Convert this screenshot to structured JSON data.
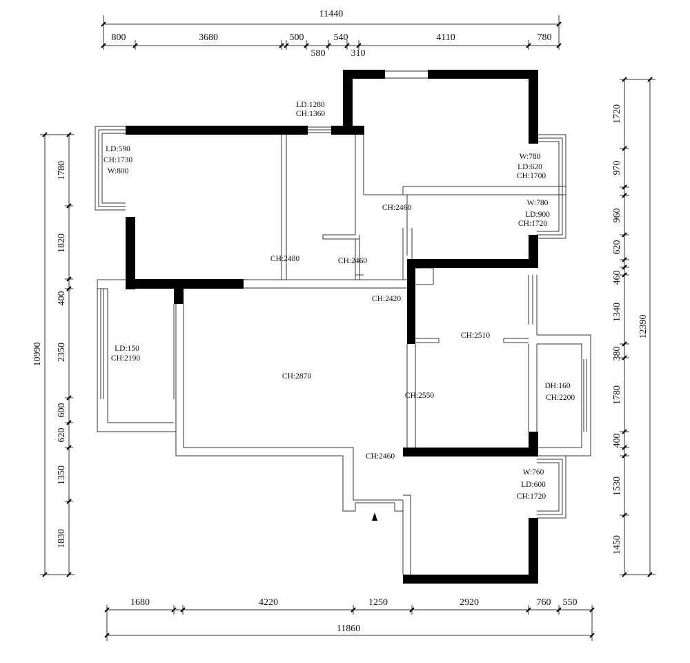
{
  "colors": {
    "wall": "#000000",
    "line": "#333333",
    "background": "#ffffff"
  },
  "dims_top": {
    "total": "11440",
    "segments": [
      "800",
      "3680",
      "500",
      "540",
      "4110",
      "780"
    ],
    "sub_segments": [
      "580",
      "310"
    ]
  },
  "dims_bottom": {
    "total": "11860",
    "segments": [
      "1680",
      "4220",
      "1250",
      "2920",
      "760",
      "550"
    ]
  },
  "dims_left": {
    "total": "10990",
    "segments": [
      "1780",
      "1820",
      "400",
      "2350",
      "600",
      "620",
      "1350",
      "1830"
    ]
  },
  "dims_right": {
    "total": "12390",
    "segments": [
      "1720",
      "970",
      "960",
      "620",
      "460",
      "1340",
      "380",
      "1780",
      "400",
      "1530",
      "1450"
    ]
  },
  "labels": {
    "window_top": [
      "LD:1280",
      "CH:1360"
    ],
    "bay_left": [
      "LD:590",
      "CH:1730",
      "W:800"
    ],
    "window_right_upper": [
      "W:780",
      "LD:620",
      "CH:1700"
    ],
    "window_right_mid": [
      "W:780",
      "LD:900",
      "CH:1720"
    ],
    "window_right_lower": [
      "W:760",
      "LD:600",
      "CH:1720"
    ],
    "balcony": [
      "LD:150",
      "CH:2190"
    ],
    "bay_right": [
      "DH:160",
      "CH:2200"
    ],
    "ceilings": [
      "CH:2460",
      "CH:2480",
      "CH:2460",
      "CH:2420",
      "CH:2510",
      "CH:2870",
      "CH:2550",
      "CH:2460"
    ]
  }
}
